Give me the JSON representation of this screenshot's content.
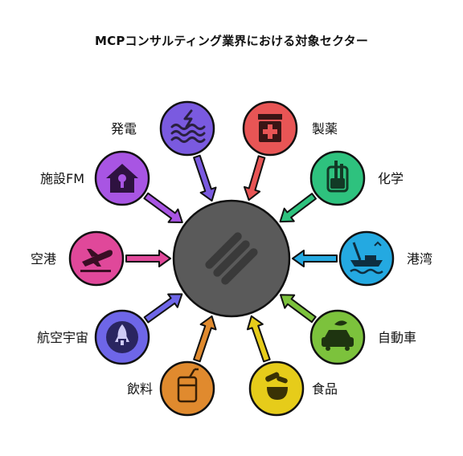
{
  "title": "MCPコンサルティング業界における対象セクター",
  "hub": {
    "icon": "slash-stripes-icon",
    "color": "#5a5a5a"
  },
  "sectors": [
    {
      "key": "power",
      "label": "発電",
      "color": "#7a5ae0",
      "icon": "lightning-waves-icon"
    },
    {
      "key": "pharma",
      "label": "製薬",
      "color": "#e85555",
      "icon": "medicine-jar-icon"
    },
    {
      "key": "chemistry",
      "label": "化学",
      "color": "#2ec27e",
      "icon": "flask-icon"
    },
    {
      "key": "port",
      "label": "港湾",
      "color": "#24a9e1",
      "icon": "crane-ship-icon"
    },
    {
      "key": "automotive",
      "label": "自動車",
      "color": "#7cc23c",
      "icon": "car-icon"
    },
    {
      "key": "food",
      "label": "食品",
      "color": "#e6cc1a",
      "icon": "food-bowl-icon"
    },
    {
      "key": "beverage",
      "label": "飲料",
      "color": "#e08a2e",
      "icon": "drink-cup-icon"
    },
    {
      "key": "aerospace",
      "label": "航空宇宙",
      "color": "#6e66e8",
      "icon": "rocket-icon"
    },
    {
      "key": "airport",
      "label": "空港",
      "color": "#e0489a",
      "icon": "airplane-icon"
    },
    {
      "key": "facility",
      "label": "施設FM",
      "color": "#a855e3",
      "icon": "house-wrench-icon"
    }
  ]
}
